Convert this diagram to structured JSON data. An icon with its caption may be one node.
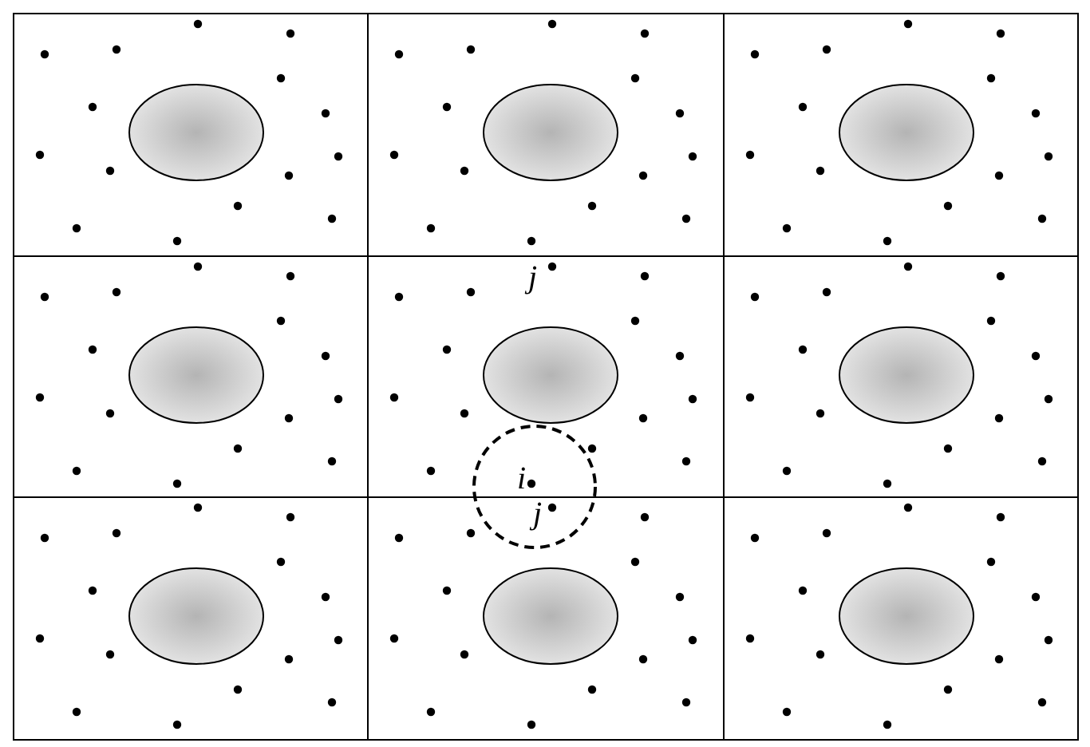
{
  "diagram": {
    "labels": [
      "j",
      "i",
      "j"
    ]
  }
}
